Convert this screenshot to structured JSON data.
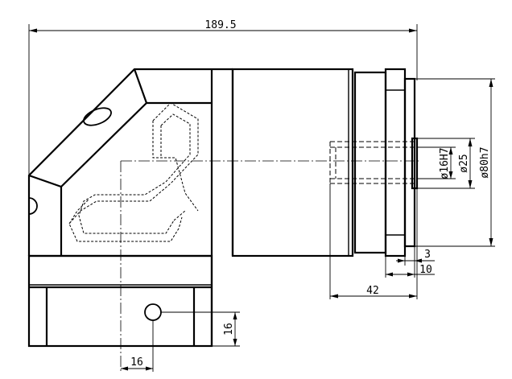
{
  "drawing": {
    "title": "",
    "dimensions": {
      "overall_length": "189.5",
      "shaft_diameter": "ø16H7",
      "pilot_diameter": "ø25",
      "flange_diameter": "ø80h7",
      "flange_step": "3",
      "shaft_shoulder": "10",
      "shaft_length": "42",
      "hole_vertical": "16",
      "hole_horizontal": "16"
    }
  }
}
